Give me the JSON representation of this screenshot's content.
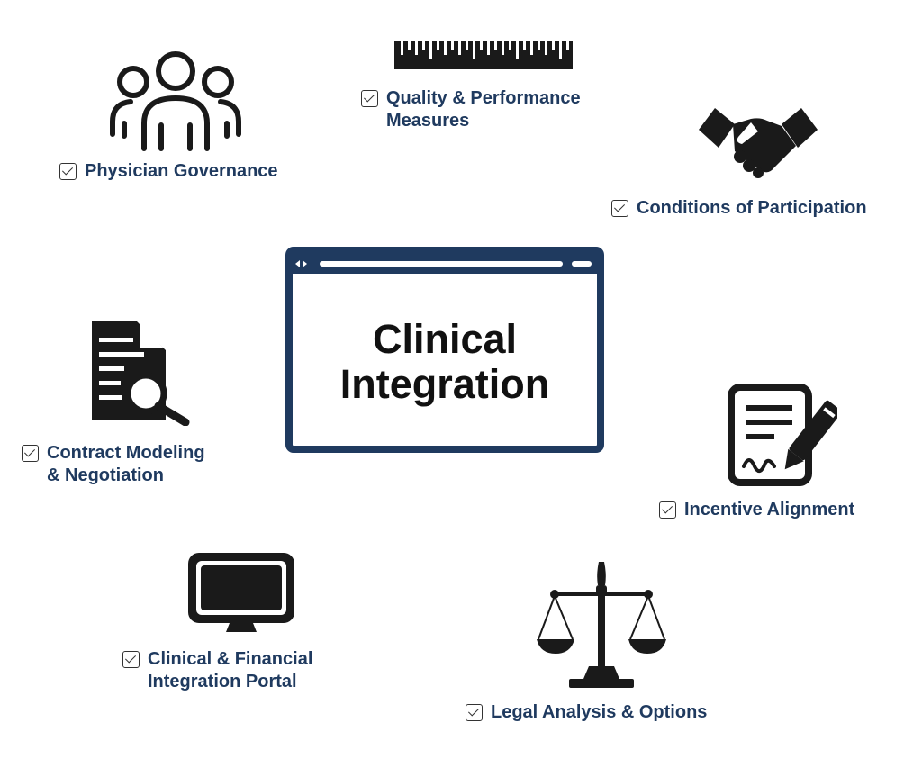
{
  "center": {
    "title_line1": "Clinical",
    "title_line2": "Integration"
  },
  "items": {
    "physician_governance": {
      "label": "Physician Governance",
      "icon": "people-group-icon"
    },
    "quality_performance": {
      "line1": "Quality & Performance",
      "line2": "Measures",
      "icon": "ruler-icon"
    },
    "conditions_participation": {
      "label": "Conditions of Participation",
      "icon": "handshake-icon"
    },
    "contract_modeling": {
      "line1": "Contract Modeling",
      "line2": "& Negotiation",
      "icon": "document-search-icon"
    },
    "incentive_alignment": {
      "label": "Incentive Alignment",
      "icon": "contract-signature-icon"
    },
    "financial_portal": {
      "line1": "Clinical & Financial",
      "line2": "Integration Portal",
      "icon": "monitor-icon"
    },
    "legal_analysis": {
      "label": "Legal Analysis & Options",
      "icon": "scales-of-justice-icon"
    }
  },
  "colors": {
    "accent": "#1f3a5f",
    "icon": "#1a1a1a",
    "text": "#1f3a5f"
  }
}
